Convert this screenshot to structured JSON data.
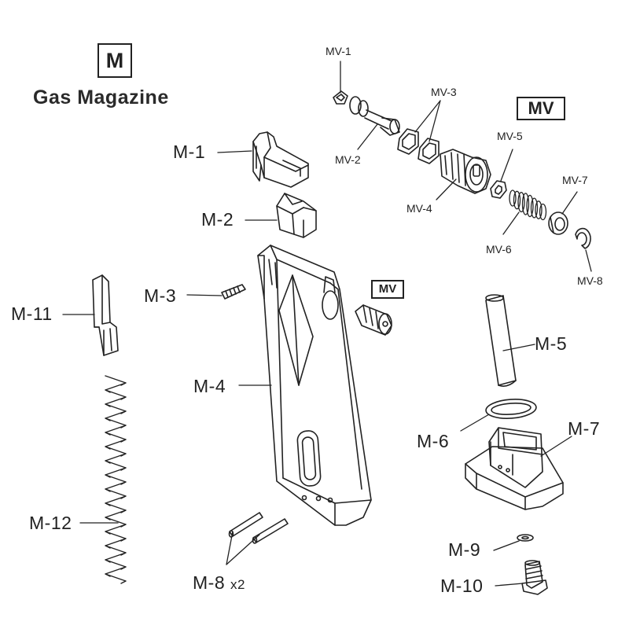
{
  "header": {
    "badge": "M",
    "title": "Gas Magazine"
  },
  "mv_badge_top": "MV",
  "mv_badge_small": "MV",
  "parts": {
    "m1": "M-1",
    "m2": "M-2",
    "m3": "M-3",
    "m4": "M-4",
    "m5": "M-5",
    "m6": "M-6",
    "m7": "M-7",
    "m8": "M-8",
    "m8_qty": "x2",
    "m9": "M-9",
    "m10": "M-10",
    "m11": "M-11",
    "m12": "M-12"
  },
  "valve_parts": {
    "mv1": "MV-1",
    "mv2": "MV-2",
    "mv3": "MV-3",
    "mv4": "MV-4",
    "mv5": "MV-5",
    "mv6": "MV-6",
    "mv7": "MV-7",
    "mv8": "MV-8"
  }
}
